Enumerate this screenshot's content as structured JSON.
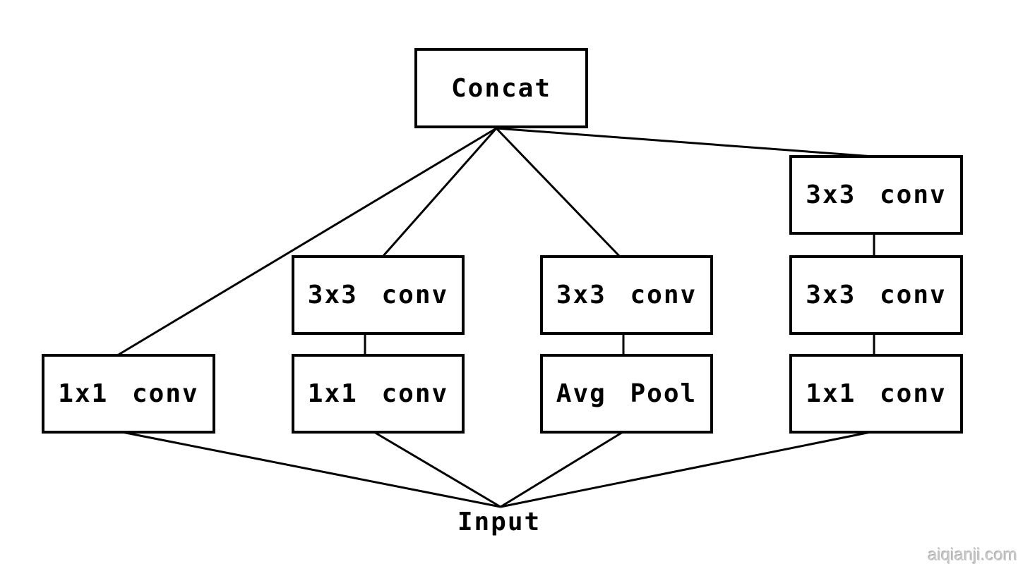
{
  "diagram": {
    "nodes": {
      "concat": {
        "label": "Concat"
      },
      "input": {
        "label": "Input"
      },
      "branches": [
        {
          "boxes": [
            {
              "label": "1x1 conv"
            }
          ]
        },
        {
          "boxes": [
            {
              "label": "3x3 conv"
            },
            {
              "label": "1x1 conv"
            }
          ]
        },
        {
          "boxes": [
            {
              "label": "3x3 conv"
            },
            {
              "label": "Avg Pool"
            }
          ]
        },
        {
          "boxes": [
            {
              "label": "3x3 conv"
            },
            {
              "label": "3x3 conv"
            },
            {
              "label": "1x1 conv"
            }
          ]
        }
      ]
    },
    "edges": [
      {
        "from": "input",
        "to": "branch1-conv1x1"
      },
      {
        "from": "input",
        "to": "branch2-conv1x1"
      },
      {
        "from": "input",
        "to": "branch3-avgpool"
      },
      {
        "from": "input",
        "to": "branch4-conv1x1"
      },
      {
        "from": "branch2-conv1x1",
        "to": "branch2-conv3x3"
      },
      {
        "from": "branch3-avgpool",
        "to": "branch3-conv3x3"
      },
      {
        "from": "branch4-conv1x1",
        "to": "branch4-conv3x3-mid"
      },
      {
        "from": "branch4-conv3x3-mid",
        "to": "branch4-conv3x3-top"
      },
      {
        "from": "branch1-conv1x1",
        "to": "concat"
      },
      {
        "from": "branch2-conv3x3",
        "to": "concat"
      },
      {
        "from": "branch3-conv3x3",
        "to": "concat"
      },
      {
        "from": "branch4-conv3x3-top",
        "to": "concat"
      }
    ],
    "watermark": "aiqianji.com",
    "colors": {
      "line": "#000000",
      "background": "#ffffff",
      "watermark_text": "#c8c8c8"
    }
  }
}
